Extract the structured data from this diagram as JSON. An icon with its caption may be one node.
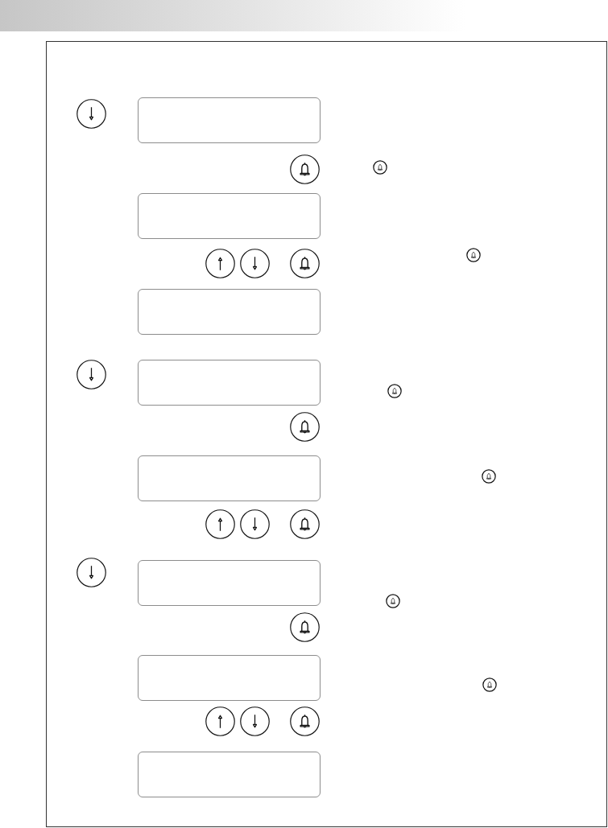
{
  "diagram": {
    "nodes": [
      {
        "text": [],
        "shape": "box"
      },
      {
        "text": [],
        "shape": "box",
        "in": 0
      },
      {
        "text": [],
        "shape": "box",
        "in": 0
      },
      {
        "text": [],
        "shape": "box",
        "in": 0
      },
      {
        "text": [],
        "shape": "box",
        "in": 0
      },
      {
        "text": [],
        "shape": "box",
        "in": 0
      },
      {
        "text": [],
        "shape": "box",
        "in": 0
      },
      {
        "text": [],
        "shape": "box",
        "in": 0
      },
      {
        "text": [],
        "shape": "box",
        "in": 0
      }
    ]
  }
}
